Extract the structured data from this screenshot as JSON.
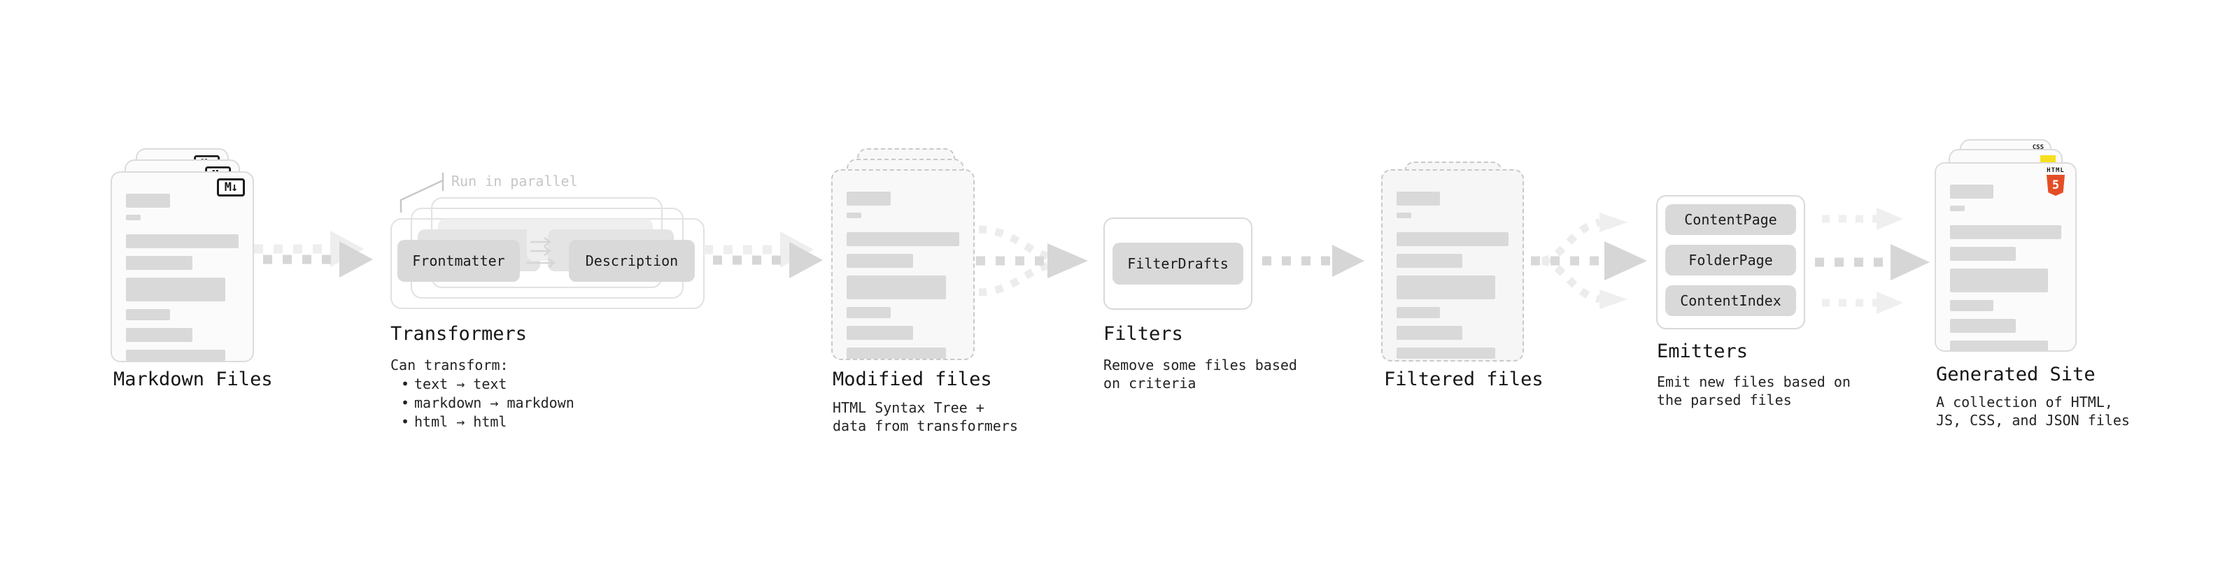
{
  "stages": {
    "markdown": {
      "label": "Markdown Files",
      "badge": "M↓"
    },
    "transformers": {
      "label": "Transformers",
      "callout": "Run in parallel",
      "buttons": [
        "Frontmatter",
        "Description"
      ],
      "desc_title": "Can transform:",
      "bullet": "•",
      "items": [
        "text → text",
        "markdown → markdown",
        "html → html"
      ]
    },
    "modified": {
      "label": "Modified files",
      "desc": [
        "HTML Syntax Tree +",
        "data from transformers"
      ]
    },
    "filters": {
      "label": "Filters",
      "buttons": [
        "FilterDrafts"
      ],
      "desc": [
        "Remove some files based",
        "on criteria"
      ]
    },
    "filtered": {
      "label": "Filtered files"
    },
    "emitters": {
      "label": "Emitters",
      "buttons": [
        "ContentPage",
        "FolderPage",
        "ContentIndex"
      ],
      "desc": [
        "Emit new files based on",
        "the parsed files"
      ]
    },
    "generated": {
      "label": "Generated Site",
      "desc": [
        "A collection of HTML,",
        "JS, CSS, and JSON files"
      ],
      "badges": {
        "html_label": "HTML",
        "html_number": "5",
        "css": "CSS"
      }
    }
  },
  "doc_bars": [
    {
      "w": 39,
      "h": 20,
      "mb": 10
    },
    {
      "w": 13,
      "h": 8,
      "mb": 20
    },
    {
      "w": 100,
      "h": 20,
      "mb": 11
    },
    {
      "w": 59,
      "h": 20,
      "mb": 11
    },
    {
      "w": 88,
      "h": 34,
      "mb": 11
    },
    {
      "w": 39,
      "h": 16,
      "mb": 11
    },
    {
      "w": 59,
      "h": 20,
      "mb": 11
    },
    {
      "w": 88,
      "h": 16,
      "mb": 0
    }
  ],
  "colors": {
    "background": "#ffffff",
    "bar_gray": "#d9d9d9",
    "button_gray": "#d9d9d9",
    "arrow_gray": "#d6d6d6",
    "arrow_ghost": "#eeeeee",
    "dashed_border": "#c9c9c9",
    "callout_gray": "#c6c6c6",
    "html5_orange": "#e44d26",
    "js_yellow": "#f7df1e",
    "css_blue": "#2965f1",
    "text": "#1c1c1c"
  }
}
